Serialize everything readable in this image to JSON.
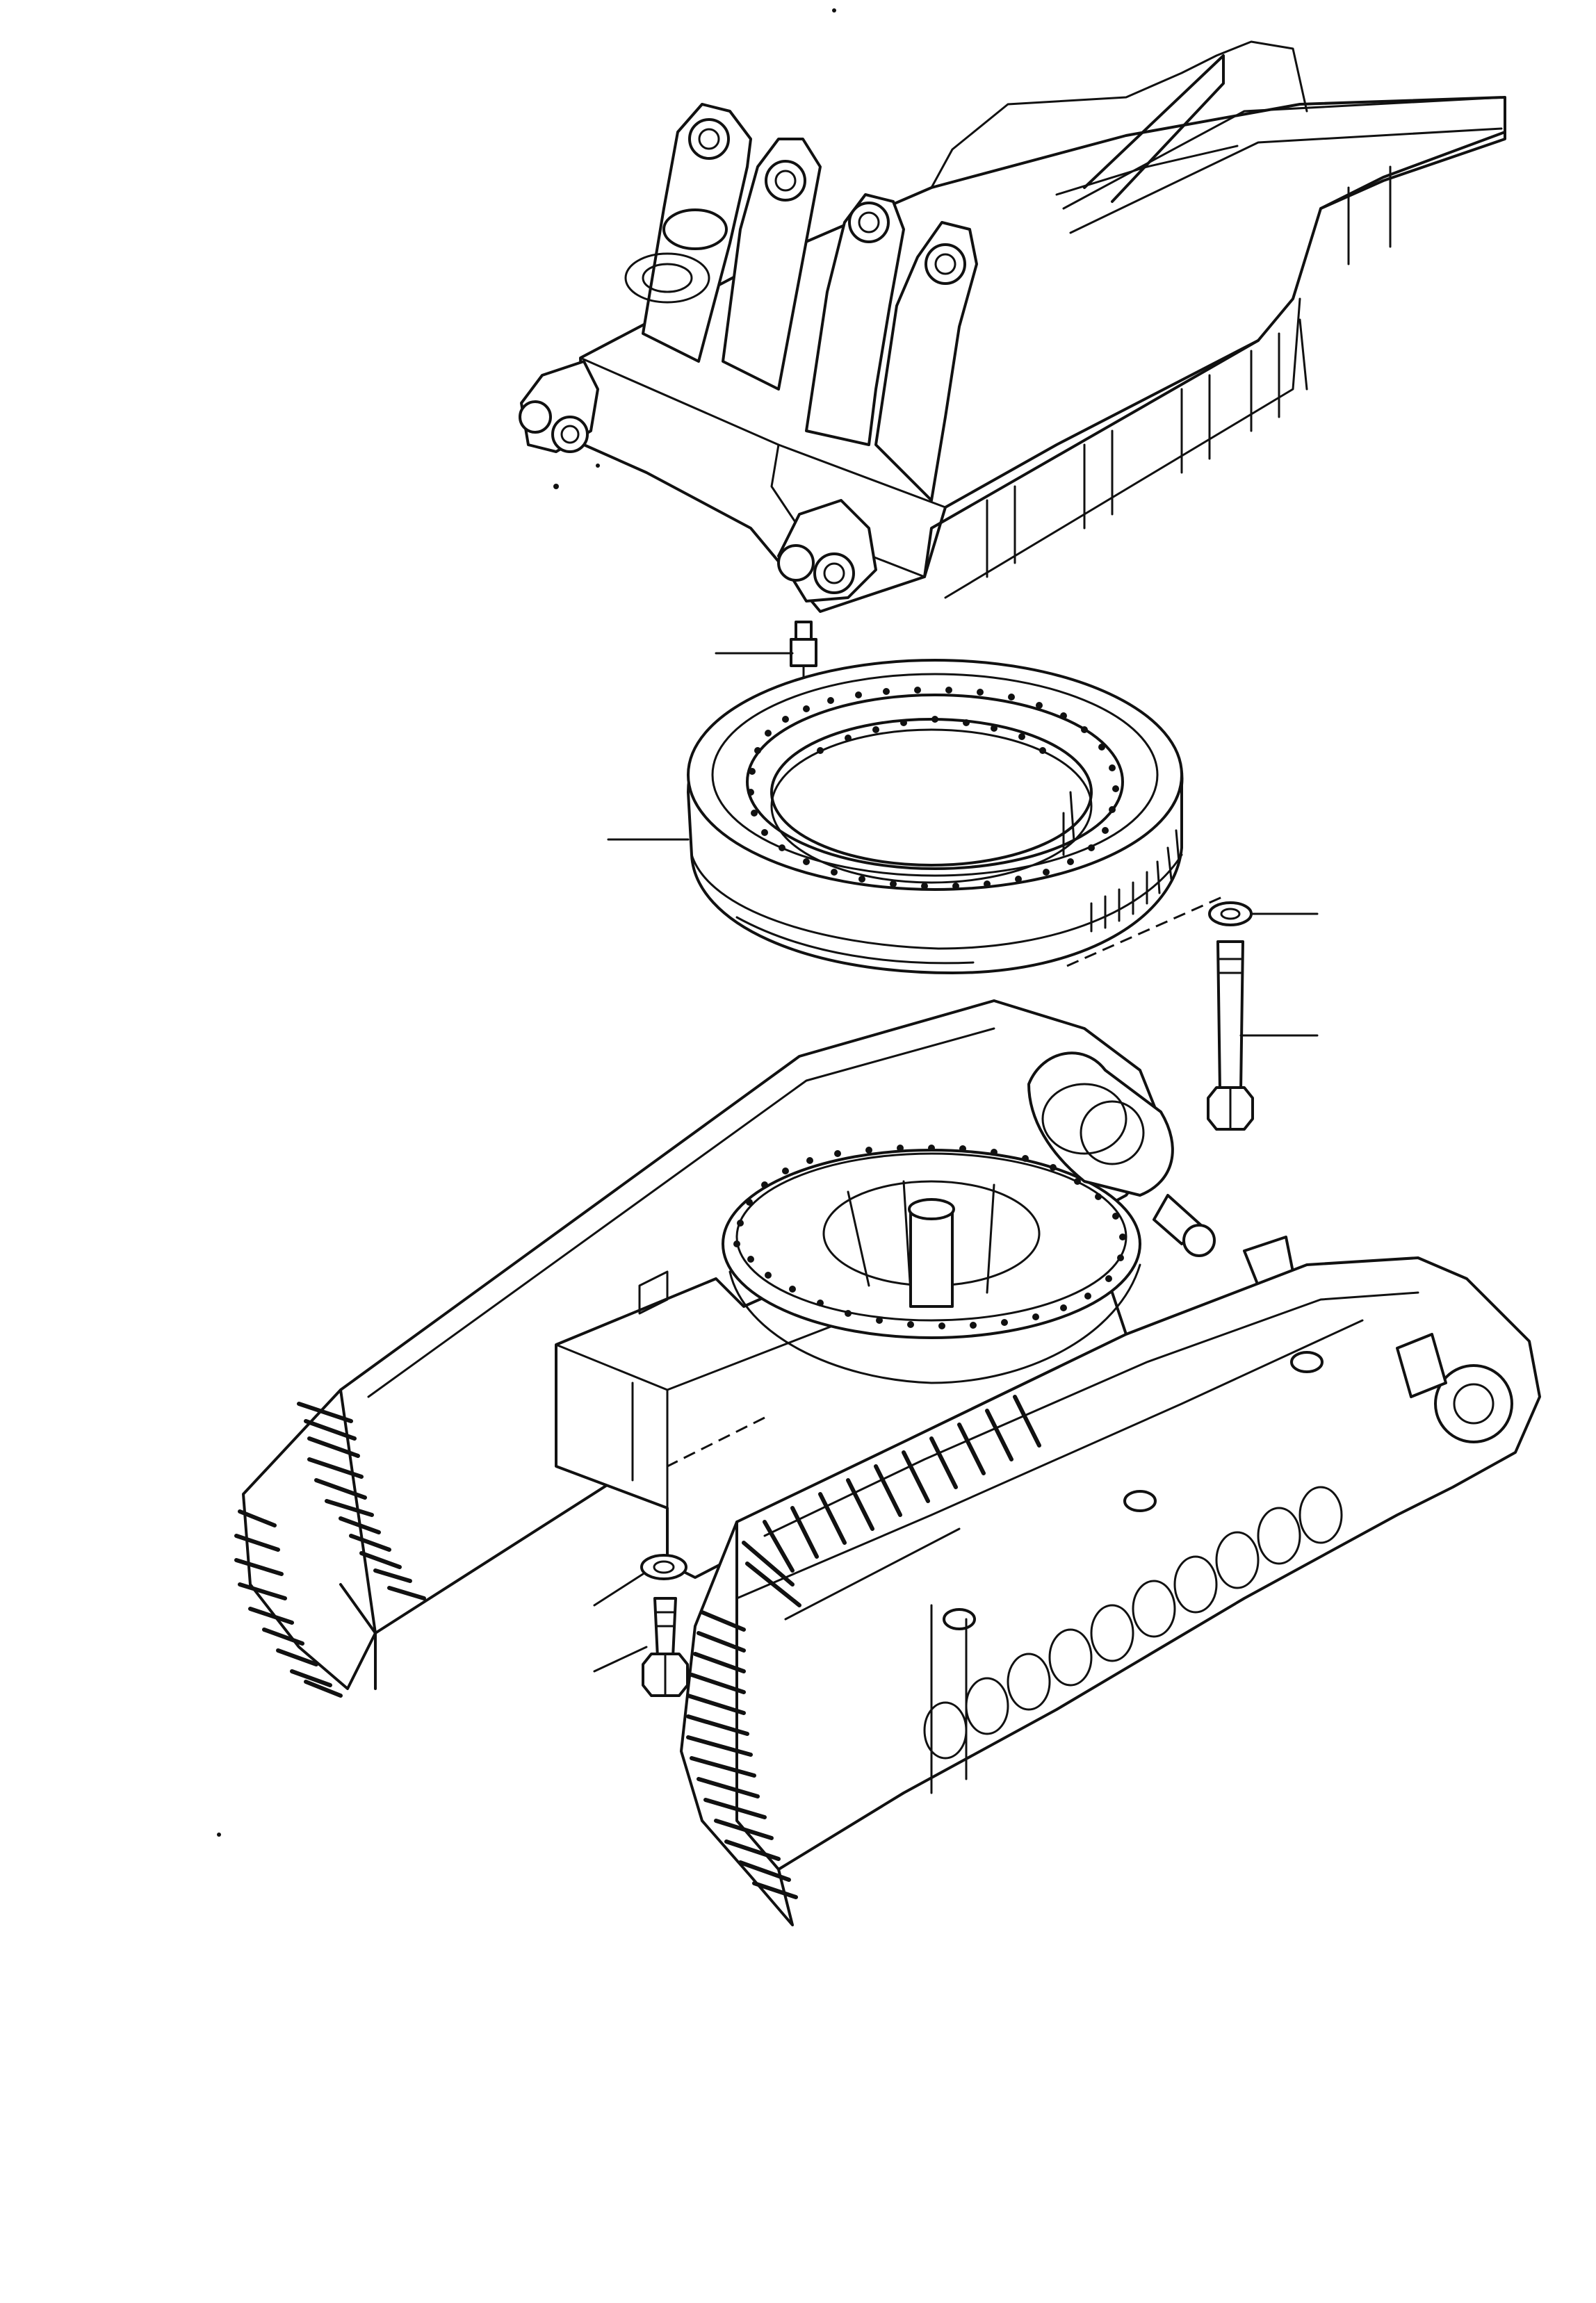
{
  "diagram": {
    "labels": [],
    "callouts": [
      {
        "target": "grease-nipple"
      },
      {
        "target": "swing-bearing"
      },
      {
        "target": "upper-washer"
      },
      {
        "target": "upper-bolt"
      },
      {
        "target": "lower-washer"
      },
      {
        "target": "lower-bolt"
      }
    ]
  }
}
